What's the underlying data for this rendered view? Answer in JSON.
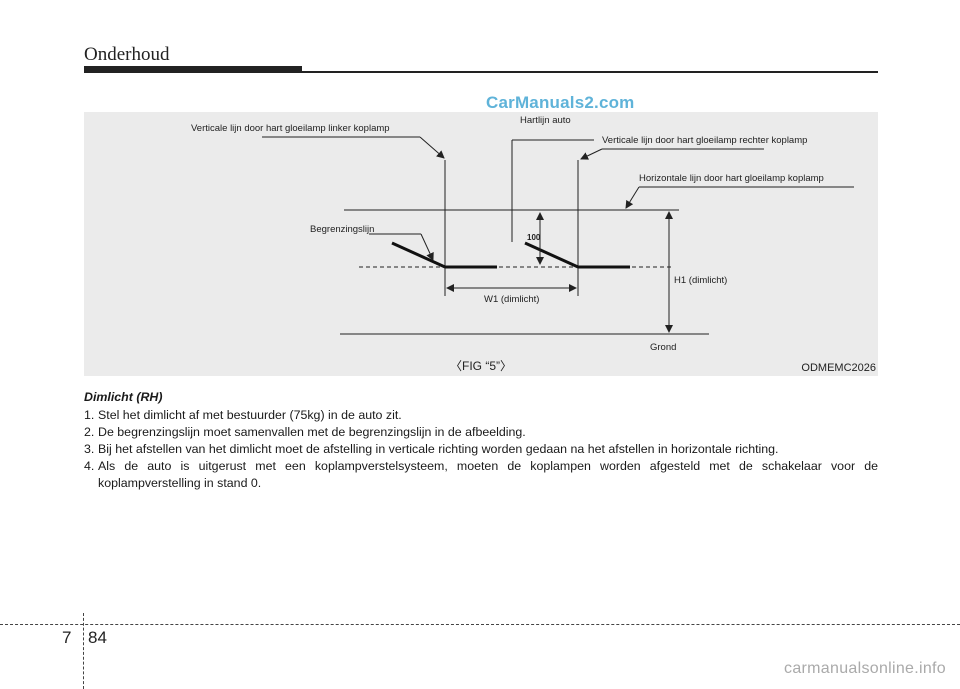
{
  "header": {
    "section_title": "Onderhoud"
  },
  "watermarks": {
    "top": "CarManuals2.com",
    "bottom": "carmanualsonline.info"
  },
  "figure": {
    "labels": {
      "left_vertical": "Verticale lijn door hart gloeilamp linker koplamp",
      "center_line": "Hartlijn auto",
      "right_vertical": "Verticale lijn door hart gloeilamp rechter koplamp",
      "horizontal": "Horizontale lijn door hart gloeilamp koplamp",
      "cutoff": "Begrenzingslijn",
      "offset_value": "100",
      "w1": "W1 (dimlicht)",
      "h1": "H1 (dimlicht)",
      "ground": "Grond"
    },
    "caption": "〈FIG “5”〉",
    "code": "ODMEMC2026"
  },
  "content": {
    "subheading": "Dimlicht (RH)",
    "steps": [
      {
        "number": "1.",
        "text": "Stel het dimlicht af met bestuurder (75kg) in de auto zit."
      },
      {
        "number": "2.",
        "text": "De begrenzingslijn moet samenvallen met de begrenzingslijn in de afbeelding."
      },
      {
        "number": "3.",
        "text": "Bij het afstellen van het dimlicht moet de afstelling in verticale richting worden gedaan na het afstellen in horizontale richting."
      },
      {
        "number": "4.",
        "text": "Als de auto is uitgerust met een koplampverstelsysteem, moeten de koplampen worden afgesteld met de schakelaar voor de koplampverstelling in stand 0."
      }
    ]
  },
  "footer": {
    "chapter": "7",
    "page": "84"
  }
}
